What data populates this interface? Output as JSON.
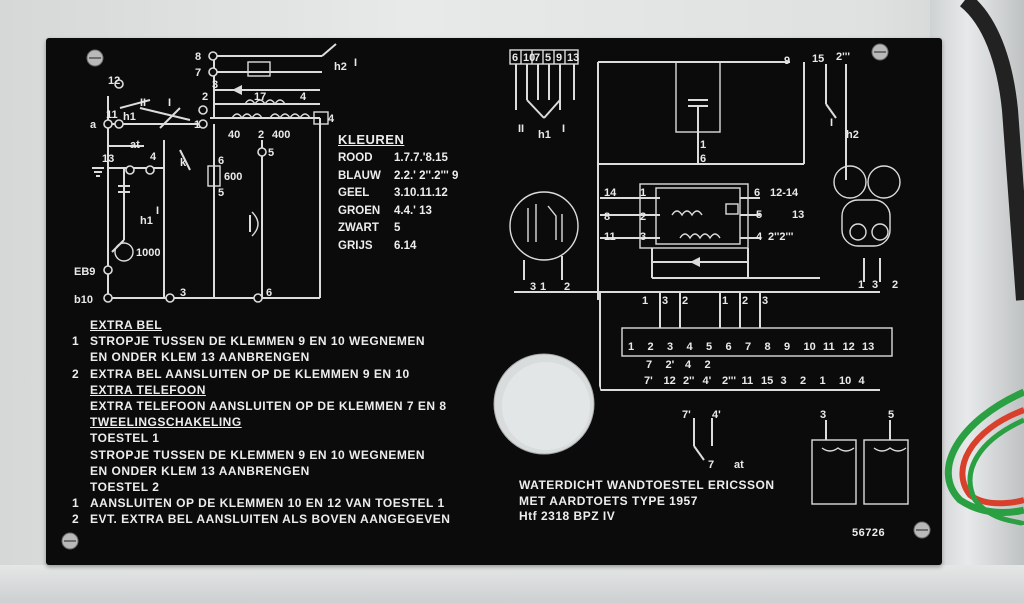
{
  "plate": {
    "colors_heading": "KLEUREN",
    "colors": [
      {
        "name": "ROOD",
        "terminals": "1.7.7.'8.15"
      },
      {
        "name": "BLAUW",
        "terminals": "2.2.' 2''.2''' 9"
      },
      {
        "name": "GEEL",
        "terminals": "3.10.11.12"
      },
      {
        "name": "GROEN",
        "terminals": "4.4.' 13"
      },
      {
        "name": "ZWART",
        "terminals": "5"
      },
      {
        "name": "GRIJS",
        "terminals": "6.14"
      }
    ],
    "instructions": [
      {
        "type": "heading",
        "text": "EXTRA BEL"
      },
      {
        "type": "item",
        "num": "1",
        "text": "STROPJE TUSSEN DE KLEMMEN 9 EN 10 WEGNEMEN"
      },
      {
        "type": "cont",
        "text": "EN ONDER KLEM 13 AANBRENGEN"
      },
      {
        "type": "item",
        "num": "2",
        "text": "EXTRA BEL AANSLUITEN OP DE KLEMMEN 9 EN 10"
      },
      {
        "type": "heading",
        "text": "EXTRA TELEFOON"
      },
      {
        "type": "cont",
        "text": "EXTRA TELEFOON AANSLUITEN OP DE KLEMMEN 7 EN 8"
      },
      {
        "type": "heading",
        "text": "TWEELINGSCHAKELING"
      },
      {
        "type": "cont",
        "text": "TOESTEL 1"
      },
      {
        "type": "cont",
        "text": "STROPJE TUSSEN DE KLEMMEN 9 EN 10 WEGNEMEN"
      },
      {
        "type": "cont",
        "text": "EN ONDER KLEM 13 AANBRENGEN"
      },
      {
        "type": "cont",
        "text": "TOESTEL 2"
      },
      {
        "type": "item",
        "num": "1",
        "text": "AANSLUITEN OP DE KLEMMEN 10 EN 12 VAN TOESTEL 1"
      },
      {
        "type": "item",
        "num": "2",
        "text": "EVT. EXTRA BEL AANSLUITEN ALS BOVEN AANGEGEVEN"
      }
    ],
    "title_lines": [
      "WATERDICHT WANDTOESTEL ERICSSON",
      "MET AARDTOETS TYPE 1957",
      "Htf 2318 BPZ IV"
    ],
    "serial": "56726",
    "left_labels": {
      "t12": "12",
      "t11": "11",
      "ta": "a",
      "th1": "h1",
      "tII": "II",
      "tI1": "I",
      "t2": "2",
      "t1": "1",
      "t13": "13",
      "t4": "4",
      "tat": "at",
      "tk": "k",
      "t8": "8",
      "t7": "7",
      "th2": "h2",
      "tI2": "I",
      "t3": "3",
      "t17": "17",
      "t4b": "4",
      "t40": "40",
      "t2b": "2",
      "t400": "400",
      "t4c": "4",
      "t5": "5",
      "t6": "6",
      "t600": "600",
      "t5b": "5",
      "th1b": "h1",
      "tI3": "I",
      "t1000": "1000",
      "tEB9": "EB9",
      "tb10": "b10",
      "t3b": "3",
      "t6b": "6"
    },
    "right_labels": {
      "top_terms": [
        "6",
        "10",
        "7",
        "5",
        "9",
        "13"
      ],
      "tII": "II",
      "th1": "h1",
      "tI": "I",
      "t9": "9",
      "t1": "1",
      "t6": "6",
      "t15": "15",
      "t2p": "2'''",
      "tI2": "I",
      "th2": "h2",
      "t14": "14",
      "t8": "8",
      "t11": "11",
      "t1b": "1",
      "t2b": "2",
      "t3b": "3",
      "t6b": "6",
      "t12_14": "12-14",
      "t5b": "5",
      "t13b": "13",
      "t4b": "4",
      "t2pp": "2''2'''",
      "t3": "3",
      "t1c": "1",
      "t2c": "2",
      "t1d": "1",
      "t3d": "3",
      "t2d": "2",
      "grp1": [
        "1",
        "3",
        "2"
      ],
      "grp2": [
        "1",
        "2",
        "3"
      ],
      "strip_top": [
        "1",
        "2",
        "3",
        "4",
        "5",
        "6",
        "7",
        "8",
        "9",
        "10",
        "11",
        "12",
        "13"
      ],
      "strip_row1": [
        "7",
        "2'",
        "4",
        "2",
        "",
        "",
        "",
        "",
        "",
        "",
        "",
        "",
        ""
      ],
      "strip_row2": [
        "7'",
        "12",
        "2''",
        "4'",
        "2'''",
        "11",
        "15",
        "3",
        "2",
        "1",
        "10",
        "4"
      ],
      "t7p": "7'",
      "t4p": "4'",
      "t7": "7",
      "tat": "at",
      "t3e": "3",
      "t5e": "5"
    }
  }
}
